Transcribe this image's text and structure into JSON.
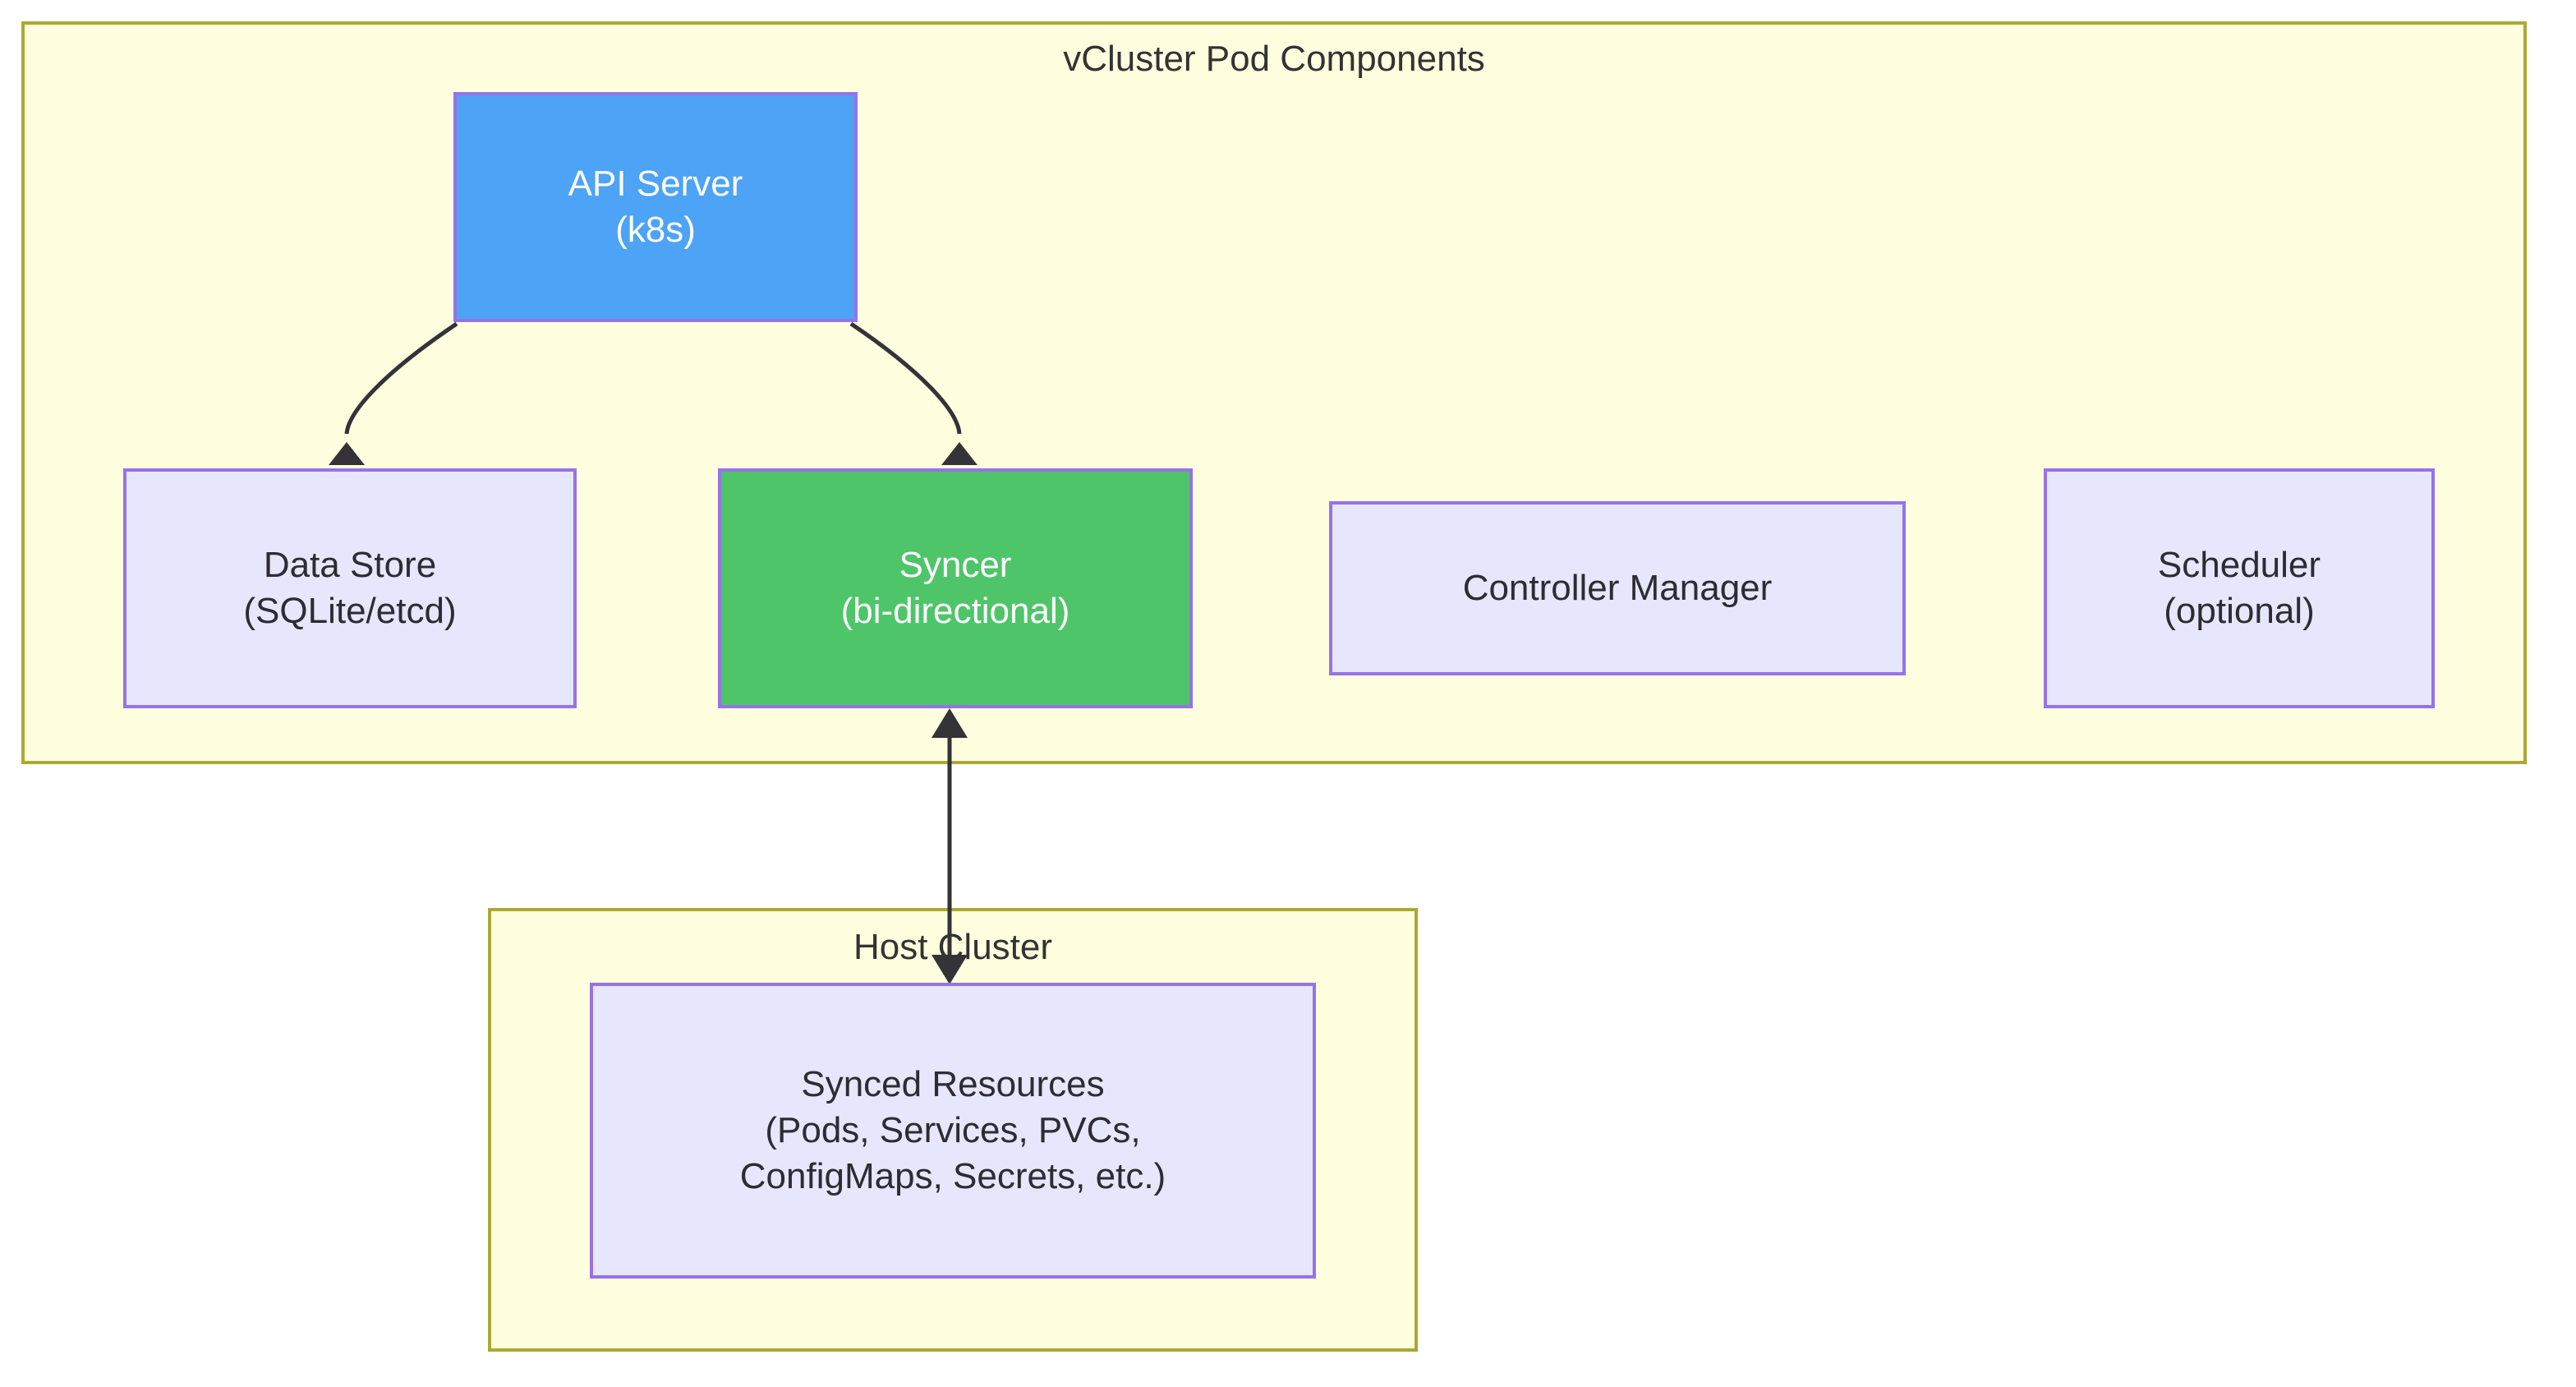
{
  "diagram": {
    "type": "flowchart",
    "background": "#ffffff",
    "palette": {
      "group_fill": "#ffffe0",
      "group_border": "#aaaa33",
      "node_fill_default": "#e6e6fc",
      "node_border": "#9673e6",
      "node_fill_api": "#4da3f5",
      "node_fill_syncer": "#4ec569",
      "text_dark": "#2c2c32",
      "text_light": "#ffffff",
      "edge_stroke": "#333338"
    },
    "groups": [
      {
        "id": "vcluster-pod",
        "title": "vCluster Pod Components"
      },
      {
        "id": "host-cluster",
        "title": "Host Cluster"
      }
    ],
    "nodes": [
      {
        "id": "api-server",
        "lines": [
          "API Server",
          "(k8s)"
        ],
        "fill": "#4da3f5",
        "group": "vcluster-pod"
      },
      {
        "id": "data-store",
        "lines": [
          "Data Store",
          "(SQLite/etcd)"
        ],
        "fill": "#e6e6fc",
        "group": "vcluster-pod"
      },
      {
        "id": "syncer",
        "lines": [
          "Syncer",
          "(bi-directional)"
        ],
        "fill": "#4ec569",
        "group": "vcluster-pod"
      },
      {
        "id": "controller-manager",
        "lines": [
          "Controller Manager"
        ],
        "fill": "#e6e6fc",
        "group": "vcluster-pod"
      },
      {
        "id": "scheduler",
        "lines": [
          "Scheduler",
          "(optional)"
        ],
        "fill": "#e6e6fc",
        "group": "vcluster-pod"
      },
      {
        "id": "synced-resources",
        "lines": [
          "Synced Resources",
          "(Pods, Services, PVCs,",
          "ConfigMaps, Secrets, etc.)"
        ],
        "fill": "#e6e6fc",
        "group": "host-cluster"
      }
    ],
    "edges": [
      {
        "id": "api-to-datastore",
        "from": "api-server",
        "to": "data-store",
        "style": "curved",
        "arrow": "end"
      },
      {
        "id": "api-to-syncer",
        "from": "api-server",
        "to": "syncer",
        "style": "curved",
        "arrow": "end"
      },
      {
        "id": "syncer-to-synced",
        "from": "syncer",
        "to": "synced-resources",
        "style": "straight",
        "arrow": "both"
      }
    ]
  },
  "labels": {
    "group_vcluster_title": "vCluster Pod Components",
    "group_host_title": "Host Cluster",
    "api_line1": "API Server",
    "api_line2": "(k8s)",
    "datastore_line1": "Data Store",
    "datastore_line2": "(SQLite/etcd)",
    "syncer_line1": "Syncer",
    "syncer_line2": "(bi-directional)",
    "controller_line1": "Controller Manager",
    "scheduler_line1": "Scheduler",
    "scheduler_line2": "(optional)",
    "synced_line1": "Synced Resources",
    "synced_line2": "(Pods, Services, PVCs,",
    "synced_line3": "ConfigMaps, Secrets, etc.)"
  }
}
